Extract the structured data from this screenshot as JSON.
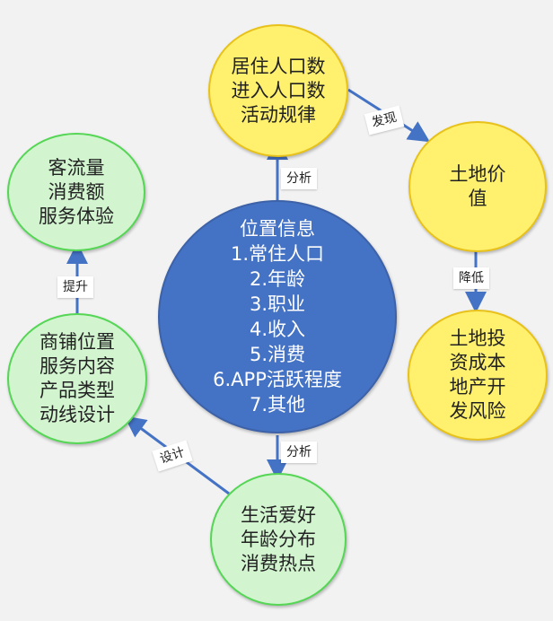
{
  "colors": {
    "arrow": "#4472c4",
    "center_fill": "#4472c4",
    "yellow_fill": "#fff06e",
    "green_fill": "#d2f5d0"
  },
  "center": {
    "lines": [
      "位置信息",
      "1.常住人口",
      "2.年龄",
      "3.职业",
      "4.收入",
      "5.消费",
      "6.APP活跃程度",
      "7.其他"
    ]
  },
  "top_node": {
    "lines": [
      "居住人口数",
      "进入人口数",
      "活动规律"
    ]
  },
  "land_value_node": {
    "lines": [
      "土地价",
      "值"
    ]
  },
  "land_risk_node": {
    "lines": [
      "土地投",
      "资成本",
      "地产开",
      "发风险"
    ]
  },
  "hobby_node": {
    "lines": [
      "生活爱好",
      "年龄分布",
      "消费热点"
    ]
  },
  "shop_node": {
    "lines": [
      "商铺位置",
      "服务内容",
      "产品类型",
      "动线设计"
    ]
  },
  "traffic_node": {
    "lines": [
      "客流量",
      "消费额",
      "服务体验"
    ]
  },
  "edges": {
    "analyze_up": "分析",
    "discover": "发现",
    "reduce": "降低",
    "analyze_down": "分析",
    "design": "设计",
    "improve": "提升"
  }
}
